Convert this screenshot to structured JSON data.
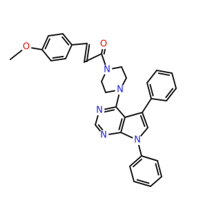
{
  "molecule": {
    "colors": {
      "bond": "#1a1a1a",
      "oxygen": "#e8140c",
      "nitrogen": "#2020ff"
    },
    "atom_labels": [
      {
        "id": "o_methoxy",
        "text": "O",
        "element": "oxygen"
      },
      {
        "id": "o_carbonyl",
        "text": "O",
        "element": "oxygen"
      },
      {
        "id": "n_amide",
        "text": "N",
        "element": "nitrogen"
      },
      {
        "id": "n_pip",
        "text": "N",
        "element": "nitrogen"
      },
      {
        "id": "n_pyr1",
        "text": "N",
        "element": "nitrogen"
      },
      {
        "id": "n_pyr2",
        "text": "N",
        "element": "nitrogen"
      },
      {
        "id": "n_pyrrole",
        "text": "N",
        "element": "nitrogen"
      }
    ]
  }
}
